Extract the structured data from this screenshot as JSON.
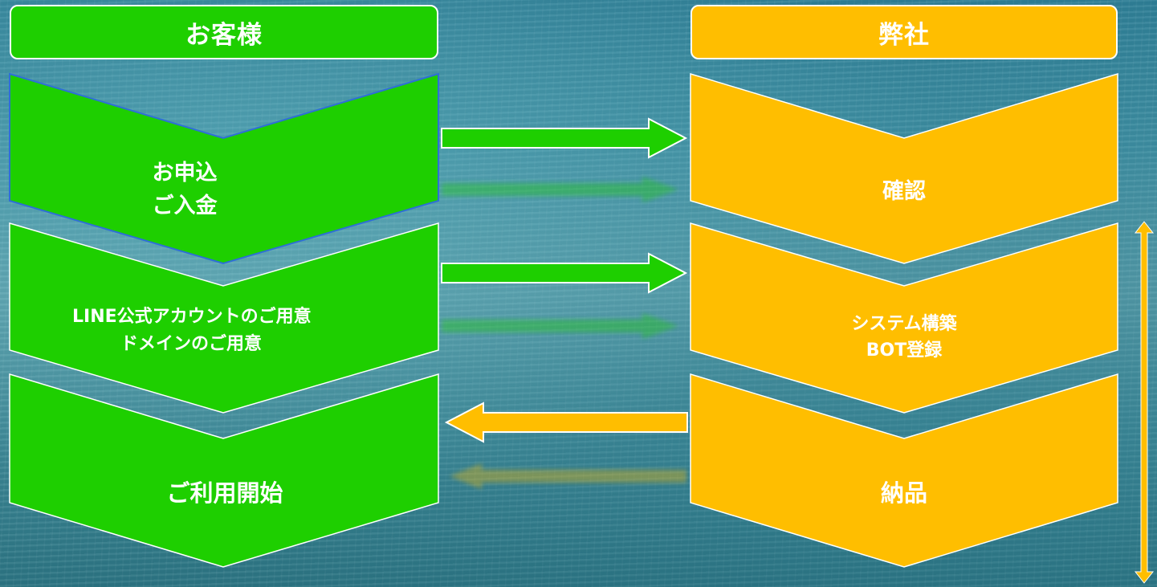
{
  "columns": {
    "customer": {
      "header": "お客様",
      "color": "#1ecf00",
      "steps": [
        {
          "lines": [
            "お申込",
            "ご入金"
          ]
        },
        {
          "lines": [
            "LINE公式アカウントのご用意",
            "ドメインのご用意"
          ]
        },
        {
          "lines": [
            "ご利用開始"
          ]
        }
      ]
    },
    "company": {
      "header": "弊社",
      "color": "#ffbe00",
      "steps": [
        {
          "lines": [
            "確認"
          ]
        },
        {
          "lines": [
            "システム構築",
            "BOT登録"
          ]
        },
        {
          "lines": [
            "納品"
          ]
        }
      ]
    }
  }
}
